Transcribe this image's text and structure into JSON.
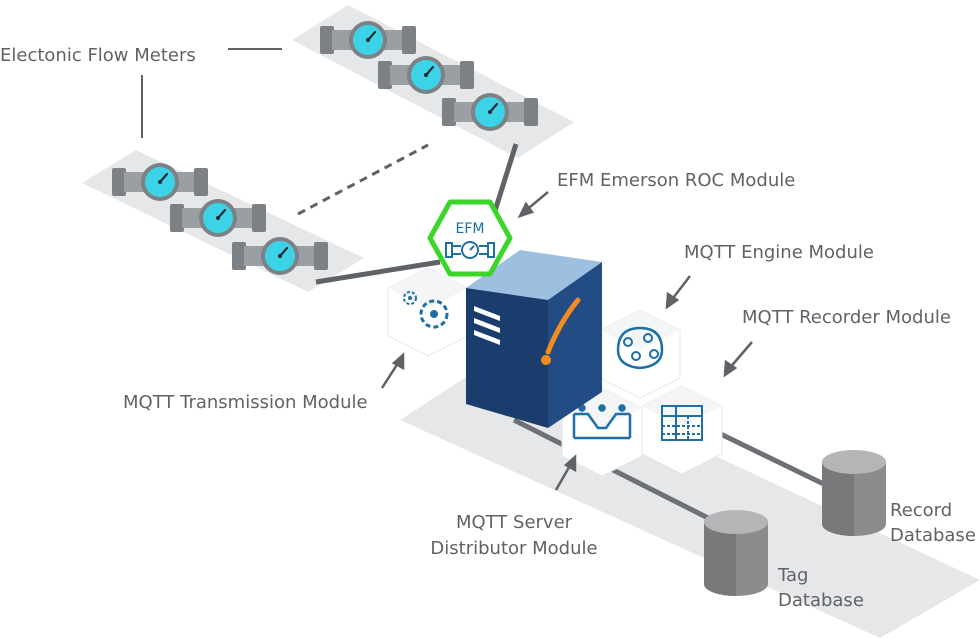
{
  "labels": {
    "flow_meters": "Electonic Flow Meters",
    "efm_module": "EFM Emerson ROC Module",
    "engine_module": "MQTT Engine Module",
    "recorder_module": "MQTT Recorder Module",
    "transmission_module": "MQTT Transmission Module",
    "distributor_line1": "MQTT Server",
    "distributor_line2": "Distributor Module",
    "tag_db_line1": "Tag",
    "tag_db_line2": "Database",
    "record_db_line1": "Record",
    "record_db_line2": "Database"
  },
  "efm_badge": {
    "text": "EFM"
  },
  "icons": {
    "meter": "flow-meter-icon",
    "gears": "gears-icon",
    "engine": "engine-icon",
    "recorder": "recorder-table-icon",
    "distributor": "distributor-icon",
    "server_logo": "ignition-logo-icon",
    "database": "database-cylinder-icon"
  },
  "colors": {
    "efm_border": "#3cd52a",
    "server_front": "#1a3d6e",
    "server_top": "#9dbfe0",
    "server_side": "#234c84",
    "meter_dial": "#3dd3e6",
    "accent_orange": "#f28c1e",
    "database": "#8a8c8e"
  }
}
